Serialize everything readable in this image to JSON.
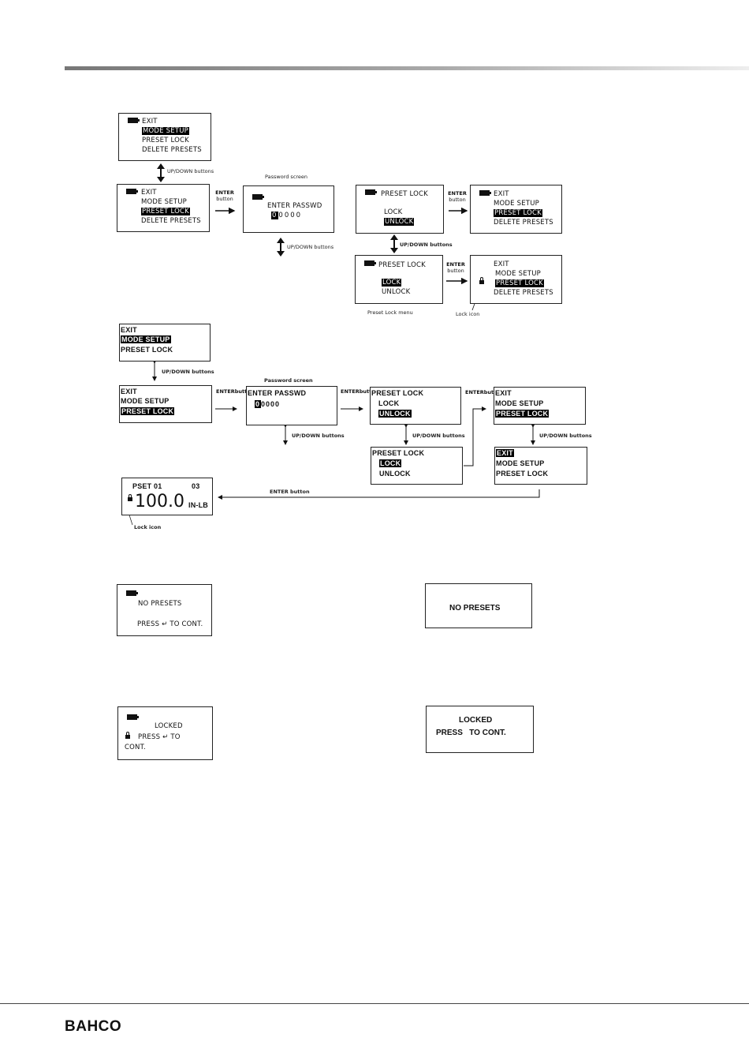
{
  "brand": "BAHCO",
  "labels": {
    "up_down": "UP/DOWN buttons",
    "password_screen": "Password screen",
    "enter": "ENTER",
    "button": "button",
    "preset_lock_menu": "Preset Lock menu",
    "lock_icon": "Lock icon",
    "enter_button": "ENTER button"
  },
  "menu": {
    "exit": "EXIT",
    "mode_setup": "MODE SETUP",
    "preset_lock": "PRESET LOCK",
    "delete_presets": "DELETE PRESETS"
  },
  "password": {
    "title": "ENTER PASSWD",
    "first_digit": "0",
    "rest_digits": "0000"
  },
  "lock_menu": {
    "title": "PRESET LOCK",
    "lock": "LOCK",
    "unlock": "UNLOCK"
  },
  "run_screen": {
    "preset": "PSET 01",
    "count": "03",
    "value": "100.0",
    "unit": "IN-LB"
  },
  "messages": {
    "no_presets": "NO PRESETS",
    "press_a": "PRESS",
    "enter_glyph": "↵",
    "to_cont": "TO CONT.",
    "to": "TO",
    "cont": "CONT.",
    "locked": "LOCKED",
    "press_to_cont": "PRESS   TO CONT."
  }
}
